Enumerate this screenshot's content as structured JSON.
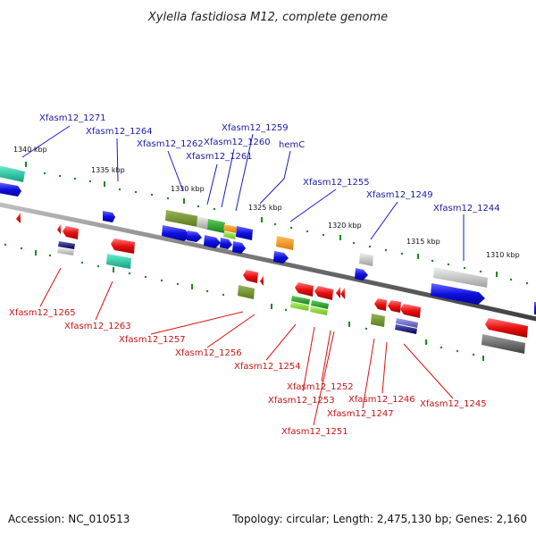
{
  "title": "Xylella fastidiosa M12, complete genome",
  "footer": {
    "accession": "Accession: NC_010513",
    "summary": "Topology: circular; Length: 2,475,130 bp; Genes: 2,160"
  },
  "scale_labels": [
    "1340 kbp",
    "1335 kbp",
    "1330 kbp",
    "1325 kbp",
    "1320 kbp",
    "1315 kbp",
    "1310 kbp"
  ],
  "colors": {
    "backbone": "#8a8a8a",
    "forward_strand": "#1010e0",
    "reverse_strand": "#e01010",
    "tick": "#1a8a1a"
  },
  "forward_labels": [
    "Xfasm12_1271",
    "Xfasm12_1264",
    "Xfasm12_1262",
    "Xfasm12_1261",
    "Xfasm12_1260",
    "Xfasm12_1259",
    "hemC",
    "Xfasm12_1255",
    "Xfasm12_1249",
    "Xfasm12_1244"
  ],
  "reverse_labels": [
    "Xfasm12_1265",
    "Xfasm12_1263",
    "Xfasm12_1257",
    "Xfasm12_1256",
    "Xfasm12_1254",
    "Xfasm12_1252",
    "Xfasm12_1253",
    "Xfasm12_1251",
    "Xfasm12_1247",
    "Xfasm12_1246",
    "Xfasm12_1245"
  ]
}
